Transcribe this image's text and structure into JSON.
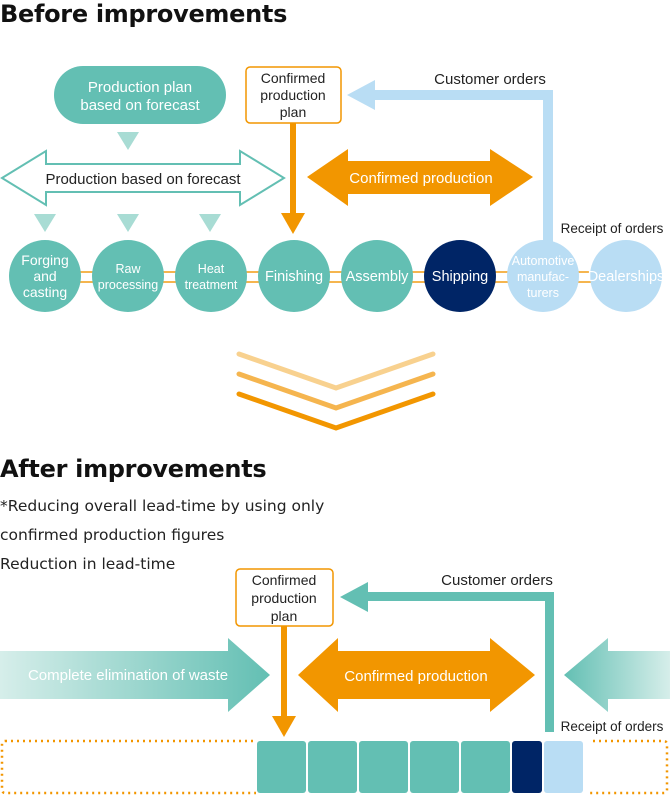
{
  "colors": {
    "teal": "#63bfb3",
    "teal_light": "#a8dcd4",
    "orange": "#f29600",
    "orange_mid": "#f5b54f",
    "orange_light": "#f8d18f",
    "navy": "#002566",
    "light_blue": "#b9ddf4",
    "text": "#222222"
  },
  "before": {
    "title": "Before improvements",
    "plan_pill": {
      "line1": "Production plan",
      "line2": "based on forecast"
    },
    "confirmed_plan_box": {
      "line1": "Confirmed",
      "line2": "production",
      "line3": "plan"
    },
    "customer_orders_label": "Customer orders",
    "forecast_arrow_label": "Production based on forecast",
    "confirmed_arrow_label": "Confirmed production",
    "receipt_label": "Receipt of orders",
    "stages": [
      {
        "lines": [
          "Forging",
          "and",
          "casting"
        ],
        "kind": "teal"
      },
      {
        "lines": [
          "Raw",
          "processing"
        ],
        "kind": "teal"
      },
      {
        "lines": [
          "Heat",
          "treatment"
        ],
        "kind": "teal"
      },
      {
        "lines": [
          "Finishing"
        ],
        "kind": "teal"
      },
      {
        "lines": [
          "Assembly"
        ],
        "kind": "teal"
      },
      {
        "lines": [
          "Shipping"
        ],
        "kind": "navy"
      },
      {
        "lines": [
          "Automotive",
          "manufac-",
          "turers"
        ],
        "kind": "lightblue"
      },
      {
        "lines": [
          "Dealerships"
        ],
        "kind": "lightblue"
      }
    ]
  },
  "after": {
    "title": "After improvements",
    "note_line1": "*Reducing overall lead-time by using only",
    "note_line2": "confirmed production figures",
    "note_line3": "Reduction in lead-time",
    "confirmed_plan_box": {
      "line1": "Confirmed",
      "line2": "production",
      "line3": "plan"
    },
    "customer_orders_label": "Customer orders",
    "waste_arrow_label": "Complete elimination of waste",
    "confirmed_arrow_label": "Confirmed production",
    "receipt_label": "Receipt of orders",
    "blocks": [
      "teal",
      "teal",
      "teal",
      "teal",
      "teal",
      "navy",
      "lightblue"
    ]
  }
}
